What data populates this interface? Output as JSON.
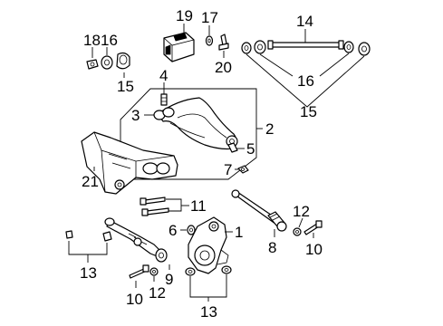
{
  "diagram": {
    "callouts": {
      "c18": "18",
      "c16a": "16",
      "c15a": "15",
      "c19": "19",
      "c17": "17",
      "c20": "20",
      "c14": "14",
      "c16b": "16",
      "c15b": "15",
      "c4": "4",
      "c3": "3",
      "c2": "2",
      "c5": "5",
      "c7": "7",
      "c21": "21",
      "c11": "11",
      "c6": "6",
      "c1": "1",
      "c12a": "12",
      "c8": "8",
      "c10a": "10",
      "c13a": "13",
      "c10b": "10",
      "c12b": "12",
      "c9": "9",
      "c13b": "13"
    }
  }
}
